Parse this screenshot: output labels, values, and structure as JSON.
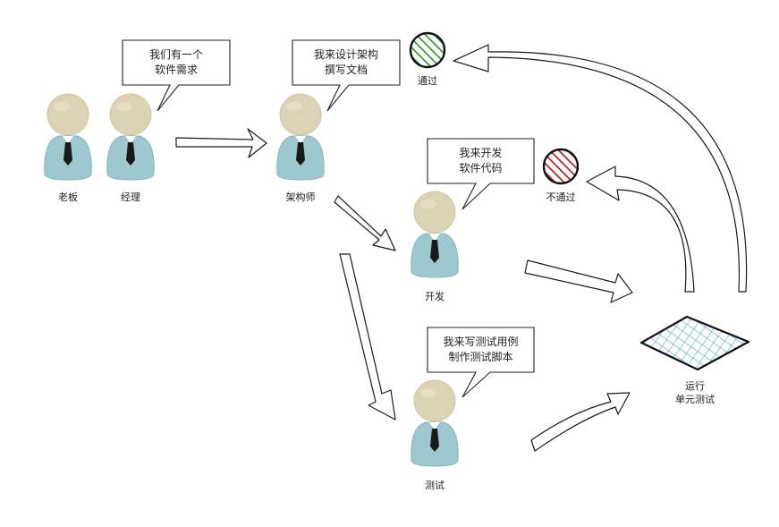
{
  "people": {
    "boss": "老板",
    "manager": "经理",
    "architect": "架构师",
    "developer": "开发",
    "tester": "测试"
  },
  "bubbles": {
    "manager": [
      "我们有一个",
      "软件需求"
    ],
    "architect": [
      "我来设计架构",
      "撰写文档"
    ],
    "developer": [
      "我来开发",
      "软件代码"
    ],
    "tester": [
      "我来写测试用例",
      "制作测试脚本"
    ]
  },
  "status": {
    "pass": "通过",
    "fail": "不通过"
  },
  "unit_test": [
    "运行",
    "单元测试"
  ],
  "colors": {
    "body": "#9ec8cf",
    "head": "#dcd3b4",
    "tie": "#1a1a1a",
    "pass": "#2e9a2e",
    "fail": "#b02020",
    "grid": "#4aa8d8"
  }
}
